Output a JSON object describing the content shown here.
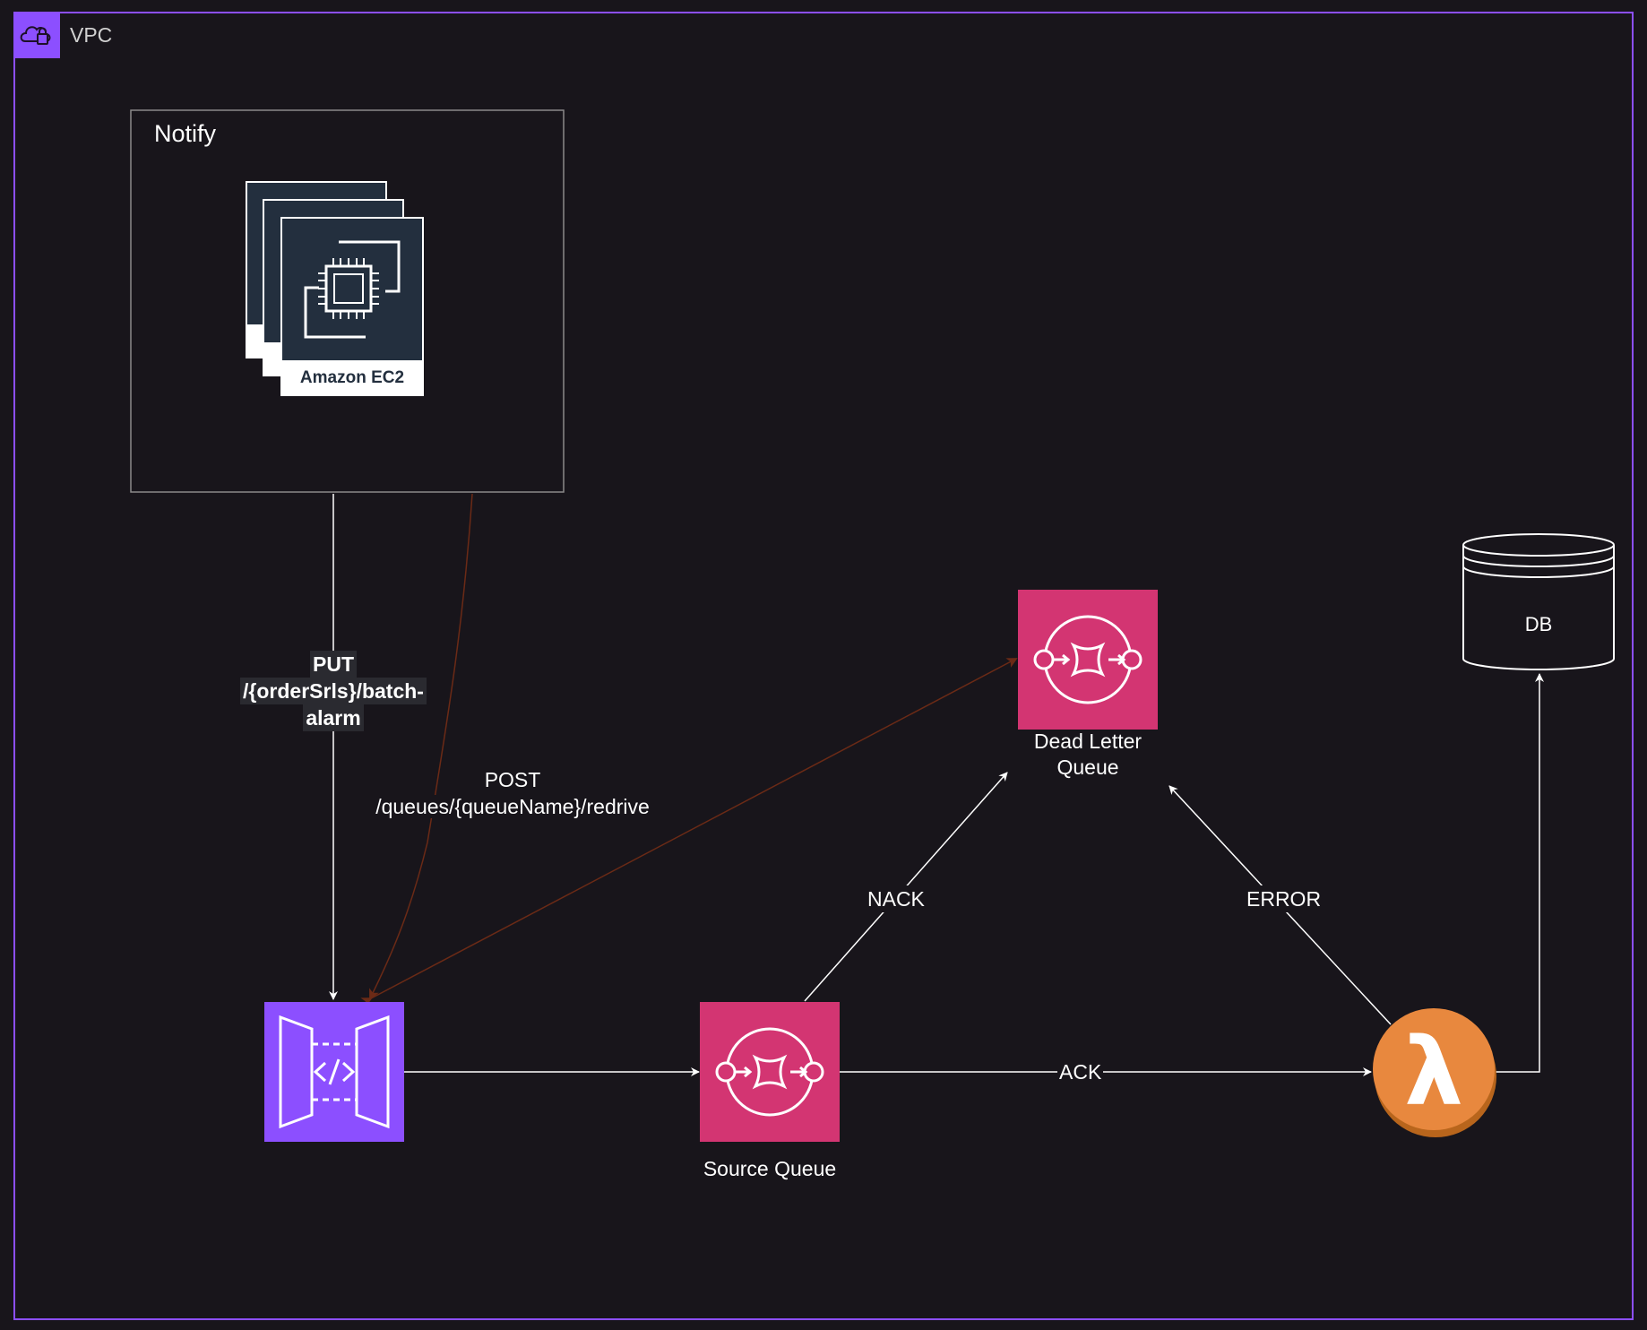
{
  "colors": {
    "background": "#18151b",
    "vpc_border": "#8c4fff",
    "notify_border": "#8a8a8a",
    "sqs": "#d33572",
    "api_gateway": "#8c4fff",
    "lambda": "#e8883e",
    "ec2_card": "#232f3e",
    "arrow_white": "#ffffff",
    "arrow_brown": "#6b2a16"
  },
  "vpc": {
    "label": "VPC",
    "icon": "vpc-cloud-lock-icon"
  },
  "notify": {
    "title": "Notify",
    "ec2_label": "Amazon EC2",
    "ec2_icon": "ec2-chip-icon"
  },
  "nodes": {
    "api_gateway": {
      "icon": "api-gateway-icon"
    },
    "source_queue": {
      "label": "Source Queue",
      "icon": "sqs-queue-icon"
    },
    "dead_letter_queue": {
      "label_line1": "Dead Letter",
      "label_line2": "Queue",
      "icon": "sqs-queue-icon"
    },
    "lambda": {
      "icon": "lambda-icon"
    },
    "db": {
      "label": "DB",
      "icon": "database-cylinder-icon"
    }
  },
  "edges": {
    "put": {
      "line1": "PUT",
      "line2": "/{orderSrls}/batch-",
      "line3": "alarm"
    },
    "post": {
      "line1": "POST",
      "line2": "/queues/{queueName}/redrive"
    },
    "nack": "NACK",
    "error": "ERROR",
    "ack": "ACK"
  }
}
